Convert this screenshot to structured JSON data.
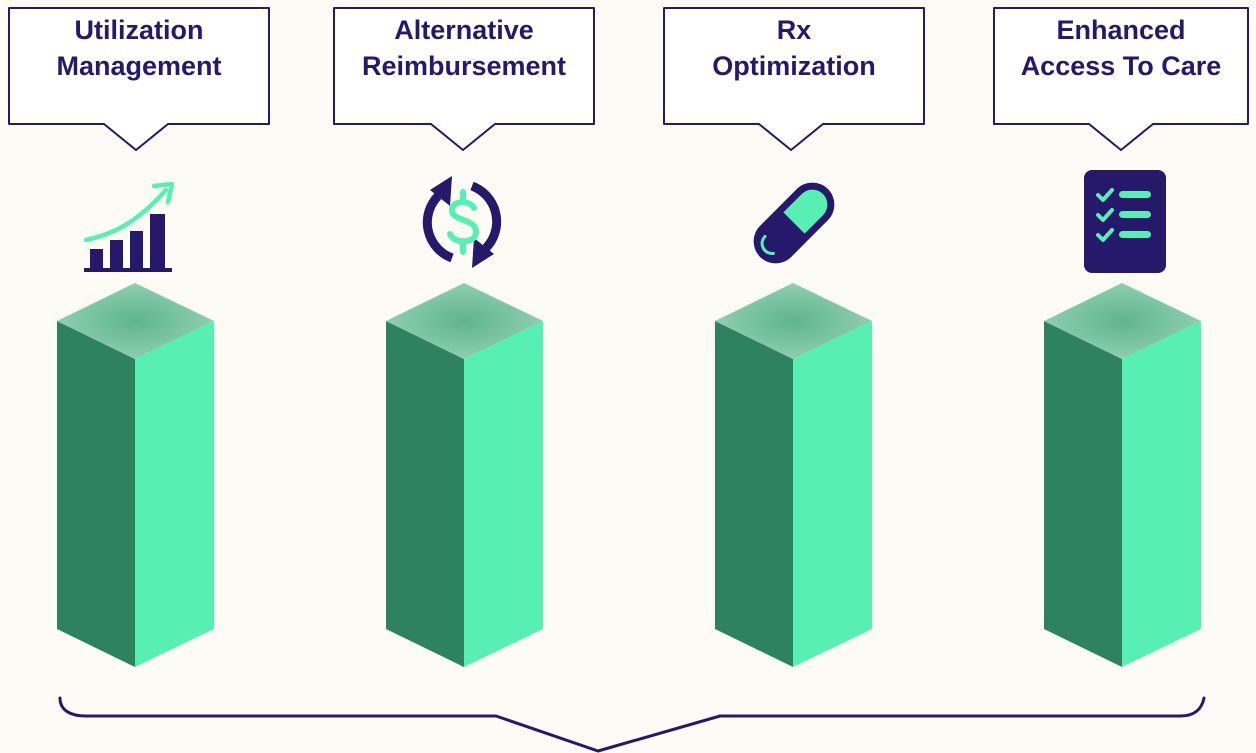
{
  "colors": {
    "background": "#fcfbf6",
    "navy": "#26186b",
    "mint": "#58efb2",
    "dark_green": "#2e8260",
    "top_face": "#8ecfae"
  },
  "pillars": [
    {
      "line1": "Utilization",
      "line2": "Management",
      "icon": "growth-chart-icon"
    },
    {
      "line1": "Alternative",
      "line2": "Reimbursement",
      "icon": "dollar-cycle-icon"
    },
    {
      "line1": "Rx",
      "line2": "Optimization",
      "icon": "pill-capsule-icon"
    },
    {
      "line1": "Enhanced",
      "line2": "Access To Care",
      "icon": "checklist-icon"
    }
  ]
}
